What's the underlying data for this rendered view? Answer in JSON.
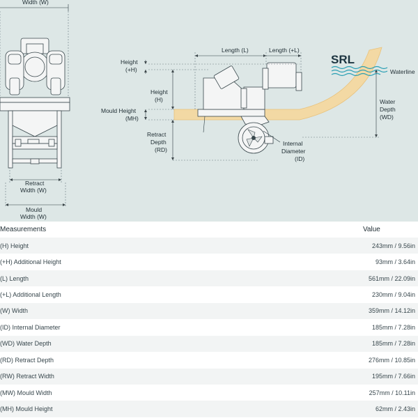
{
  "diagram": {
    "labels": {
      "width_top": "Width (W)",
      "retract_width_1": "Retract",
      "retract_width_2": "Width (W)",
      "mould_width_1": "Mould",
      "mould_width_2": "Width (W)",
      "height_plus_1": "Height",
      "height_plus_2": "(+H)",
      "height_1": "Height",
      "height_2": "(H)",
      "mould_height_1": "Mould Height",
      "mould_height_2": "(MH)",
      "retract_depth_1": "Retract",
      "retract_depth_2": "Depth",
      "retract_depth_3": "(RD)",
      "length": "Length (L)",
      "length_plus": "Length (+L)",
      "brand": "SRL",
      "waterline": "Waterline",
      "water_depth_1": "Water",
      "water_depth_2": "Depth",
      "water_depth_3": "(WD)",
      "internal_diameter_1": "Internal",
      "internal_diameter_2": "Diameter",
      "internal_diameter_3": "(ID)"
    },
    "colors": {
      "background": "#dde7e6",
      "hull": "#f3d9a4",
      "water": "#2a9fb3"
    }
  },
  "table": {
    "header": {
      "measurement": "Measurements",
      "value": "Value"
    },
    "rows": [
      {
        "label": "(H) Height",
        "value": "243mm / 9.56in"
      },
      {
        "label": "(+H) Additional Height",
        "value": "93mm / 3.64in"
      },
      {
        "label": "(L) Length",
        "value": "561mm / 22.09in"
      },
      {
        "label": "(+L) Additional Length",
        "value": "230mm / 9.04in"
      },
      {
        "label": "(W) Width",
        "value": "359mm / 14.12in"
      },
      {
        "label": "(ID) Internal Diameter",
        "value": "185mm / 7.28in"
      },
      {
        "label": "(WD) Water Depth",
        "value": "185mm / 7.28in"
      },
      {
        "label": "(RD) Retract Depth",
        "value": "276mm / 10.85in"
      },
      {
        "label": "(RW) Retract Width",
        "value": "195mm / 7.66in"
      },
      {
        "label": "(MW) Mould Width",
        "value": "257mm / 10.11in"
      },
      {
        "label": "(MH) Mould Height",
        "value": "62mm / 2.43in"
      }
    ]
  }
}
